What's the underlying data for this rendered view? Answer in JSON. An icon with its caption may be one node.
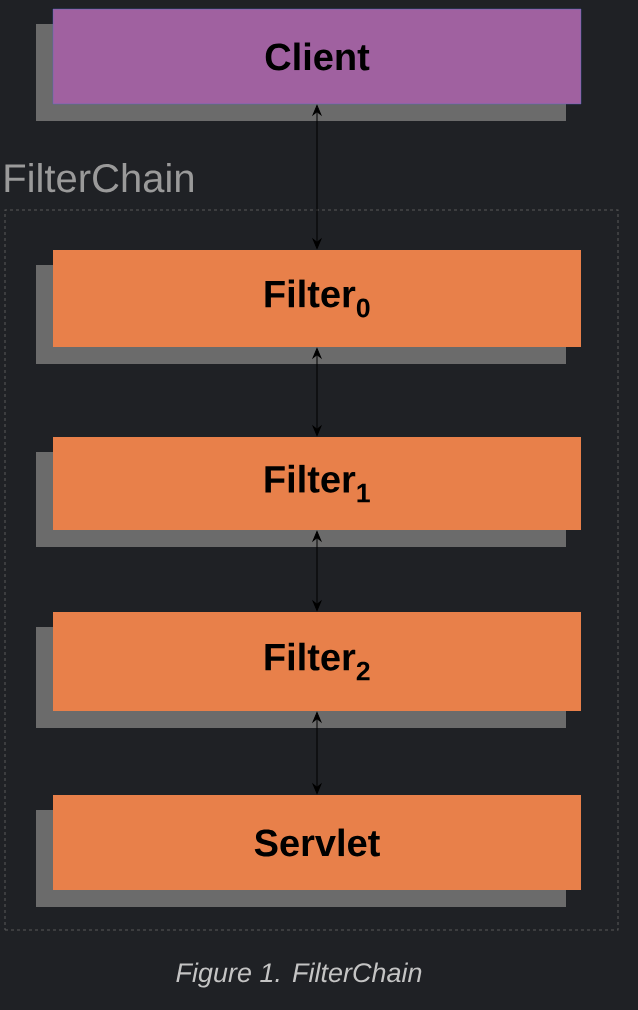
{
  "diagram": {
    "caption": "Figure 1. FilterChain",
    "nodes": [
      {
        "text": [
          "Client"
        ]
      },
      {
        "text": [
          "FilterChain"
        ]
      },
      {
        "text": [
          "Filter$_{0}$"
        ],
        "in": 1
      },
      {
        "text": [
          "Filter$_{1}$"
        ],
        "in": 1
      },
      {
        "text": [
          "Filter$_{2}$"
        ],
        "in": 1
      },
      {
        "text": [
          "Servlet"
        ],
        "in": 1
      }
    ],
    "edges": [
      {
        "from": 0,
        "to": 2,
        "arrow": "both"
      },
      {
        "from": 2,
        "to": 3,
        "arrow": "both"
      },
      {
        "from": 3,
        "to": 4,
        "arrow": "both"
      },
      {
        "from": 4,
        "to": 5,
        "arrow": "both"
      }
    ]
  }
}
